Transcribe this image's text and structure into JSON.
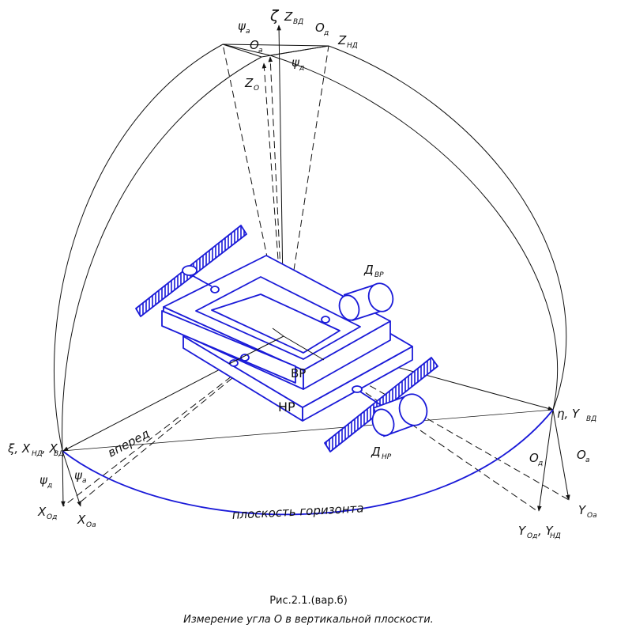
{
  "colors": {
    "line": "#111111",
    "device": "#1a1ad8"
  },
  "labels": {
    "zeta": "ζ",
    "z_vd": "Z",
    "z_vd_sub": "ВД",
    "psi_a_top": "ψ",
    "psi_a_top_sub": "а",
    "theta_d_top": "О",
    "theta_d_top_sub": "д",
    "z_nd": "Z",
    "z_nd_sub": "НД",
    "theta_a_top": "О",
    "theta_a_top_sub": "а",
    "psi_d_top": "ψ",
    "psi_d_top_sub": "д",
    "z_o": "Z",
    "z_o_sub": "О",
    "d_vr": "Д",
    "d_vr_sub": "ВР",
    "d_nr": "Д",
    "d_nr_sub": "НР",
    "vr": "ВР",
    "nr": "НР",
    "xi_group": "ξ, X",
    "x_nd_sub": "НД",
    "x_vd_mid": ", X",
    "x_vd_sub": "ВД",
    "forward": "вперед",
    "psi_d_left": "ψ",
    "psi_d_left_sub": "д",
    "psi_a_left": "ψ",
    "psi_a_left_sub": "а",
    "x_od": "X",
    "x_od_sub": "Од",
    "x_oa": "X",
    "x_oa_sub": "Оа",
    "eta_group": "η, Y",
    "y_vd_sub": "ВД",
    "theta_d_right": "О",
    "theta_d_right_sub": "д",
    "theta_a_right": "О",
    "theta_a_right_sub": "а",
    "y_oa": "Y",
    "y_oa_sub": "Оа",
    "y_od_group": "Y",
    "y_od_sub": "Од",
    "y_nd_mid": ", Y",
    "y_nd_sub": "НД",
    "horizon": "плоскость горизонта"
  },
  "caption": {
    "line1": "Рис.2.1.(вар.б)",
    "line2": "Измерение угла О в вертикальной плоскости."
  }
}
